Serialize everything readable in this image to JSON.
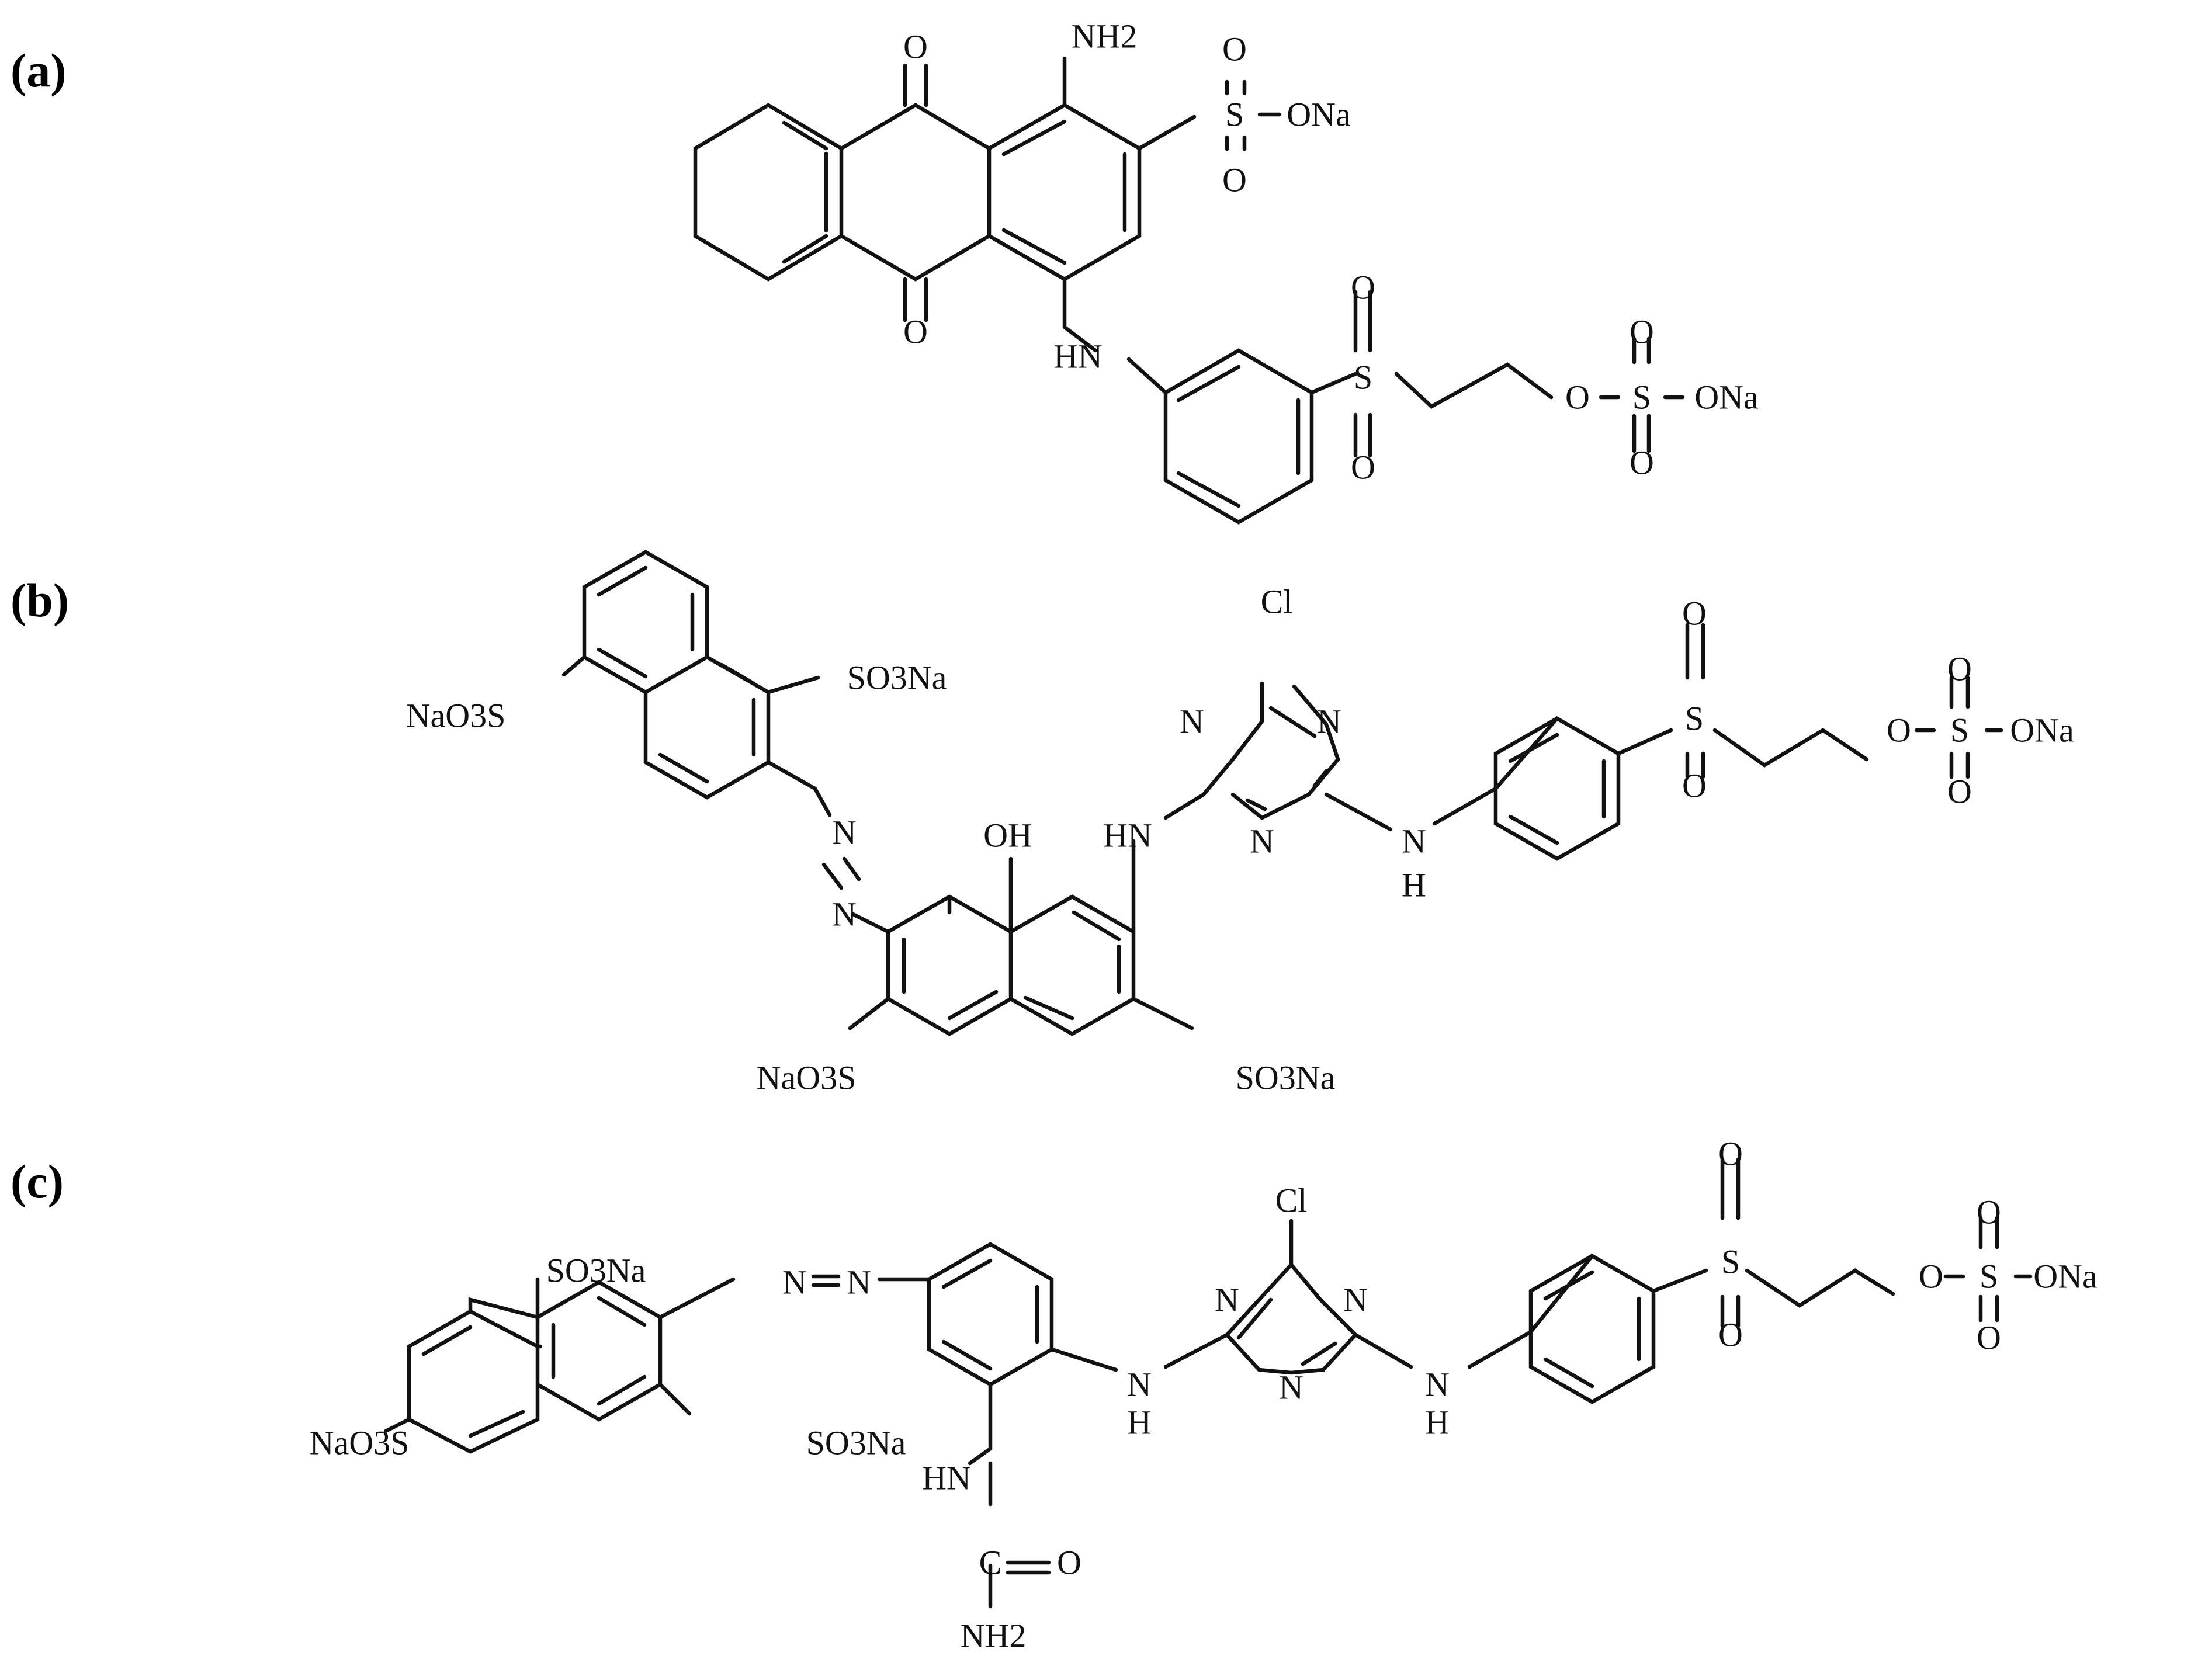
{
  "figure": {
    "panels": [
      {
        "label": "(a)",
        "atoms": [
          "O",
          "O",
          "NH2",
          "O",
          "S",
          "ONa",
          "O",
          "HN",
          "O",
          "S",
          "O",
          "O",
          "O",
          "S",
          "ONa",
          "O"
        ]
      },
      {
        "label": "(b)",
        "atoms": [
          "NaO3S",
          "SO3Na",
          "N",
          "N",
          "OH",
          "NaO3S",
          "SO3Na",
          "HN",
          "Cl",
          "N",
          "N",
          "N",
          "N",
          "H",
          "O",
          "S",
          "O",
          "O",
          "O",
          "S",
          "ONa",
          "O"
        ]
      },
      {
        "label": "(c)",
        "atoms": [
          "SO3Na",
          "NaO3S",
          "SO3Na",
          "N",
          "N",
          "HN",
          "C",
          "O",
          "NH2",
          "N",
          "H",
          "Cl",
          "N",
          "N",
          "N",
          "N",
          "H",
          "O",
          "S",
          "O",
          "O",
          "O",
          "S",
          "ONa",
          "O"
        ]
      }
    ]
  }
}
